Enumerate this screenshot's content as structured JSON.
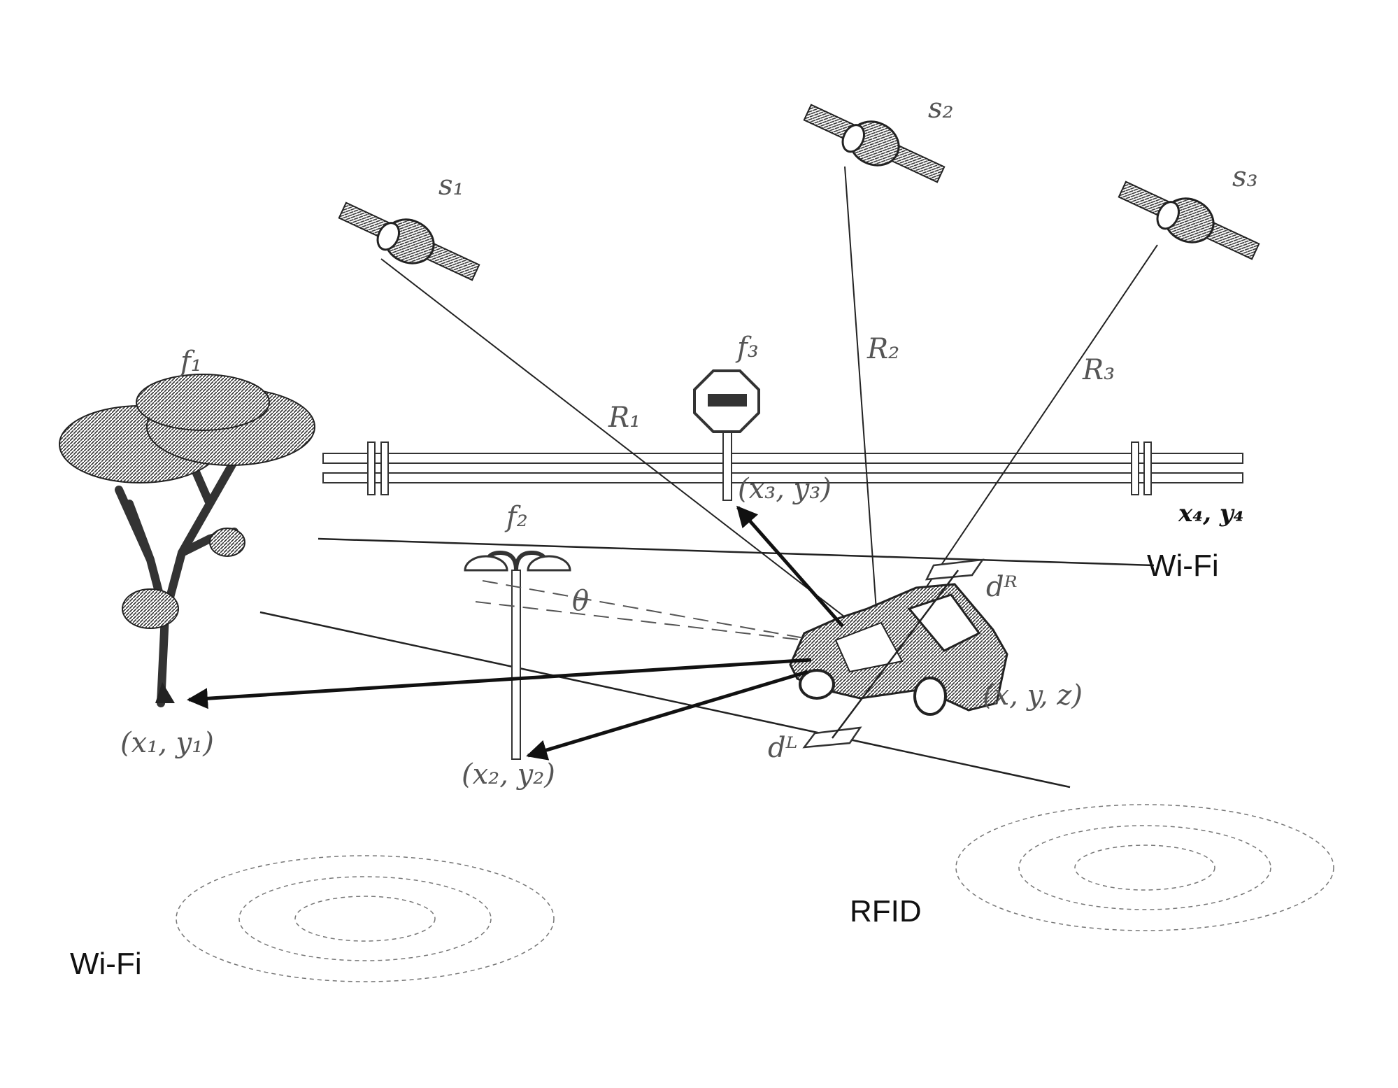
{
  "satellites": [
    {
      "name": "s1",
      "label": "s₁"
    },
    {
      "name": "s2",
      "label": "s₂"
    },
    {
      "name": "s3",
      "label": "s₃"
    }
  ],
  "ranges": {
    "r1": "R₁",
    "r2": "R₂",
    "r3": "R₃"
  },
  "features": {
    "tree_label": "f₁",
    "lamp_label": "f₂",
    "sign_label": "f₃",
    "tree_coord": "(x₁, y₁)",
    "lamp_coord": "(x₂, y₂)",
    "sign_coord": "(x₃, y₃)",
    "rail_coord": "x₄, y₄"
  },
  "vehicle": {
    "coord": "(x, y, z)",
    "d_right": "dᴿ",
    "d_left": "dᴸ",
    "angle": "θ"
  },
  "signals": {
    "wifi_right": "Wi-Fi",
    "wifi_left": "Wi-Fi",
    "rfid": "RFID"
  }
}
